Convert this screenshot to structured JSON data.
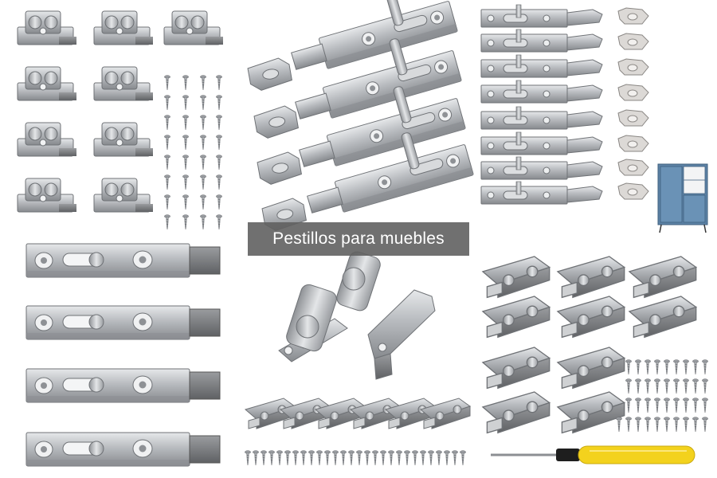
{
  "caption": {
    "text": "Pestillos para muebles"
  },
  "scene": {
    "background": "#ffffff",
    "metal_color": "#b9bcc0",
    "handle_color": "#f3d21d",
    "cabinet_color": "#5d83a6",
    "items": [
      "double-roller-catch",
      "barrel-bolt-latch",
      "spring-latch-plate",
      "flat-bolt-latch",
      "double-ball-catch",
      "wood-screw",
      "screwdriver",
      "blue-cabinet"
    ]
  }
}
